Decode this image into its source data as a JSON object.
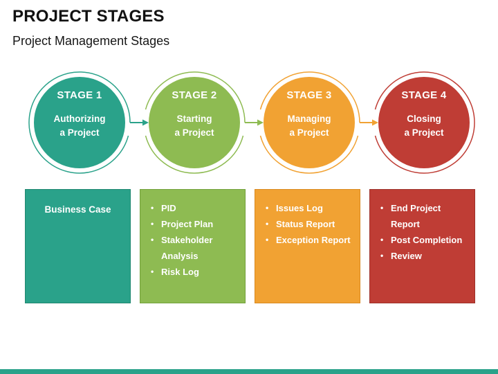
{
  "header": {
    "title": "PROJECT STAGES",
    "subtitle": "Project Management Stages"
  },
  "bullet": "•",
  "stages": [
    {
      "label": "STAGE 1",
      "line1": "Authorizing",
      "line2": "a Project",
      "color": "#2aa28a"
    },
    {
      "label": "STAGE 2",
      "line1": "Starting",
      "line2": "a Project",
      "color": "#8ebb52"
    },
    {
      "label": "STAGE 3",
      "line1": "Managing",
      "line2": "a Project",
      "color": "#f1a233"
    },
    {
      "label": "STAGE 4",
      "line1": "Closing",
      "line2": "a Project",
      "color": "#bf3d35"
    }
  ],
  "boxes": [
    {
      "color": "#2aa28a",
      "border": "#20876f",
      "items": [
        "Business Case"
      ]
    },
    {
      "color": "#8ebb52",
      "border": "#73a13b",
      "items": [
        "PID",
        "Project Plan",
        "Stakeholder Analysis",
        "Risk Log"
      ]
    },
    {
      "color": "#f1a233",
      "border": "#d9891f",
      "items": [
        "Issues Log",
        "Status Report",
        "Exception Report"
      ]
    },
    {
      "color": "#bf3d35",
      "border": "#9c302a",
      "items": [
        "End Project Report",
        "Post Completion",
        "Review"
      ]
    }
  ],
  "footer": {
    "bar_color": "#2aa28a"
  }
}
